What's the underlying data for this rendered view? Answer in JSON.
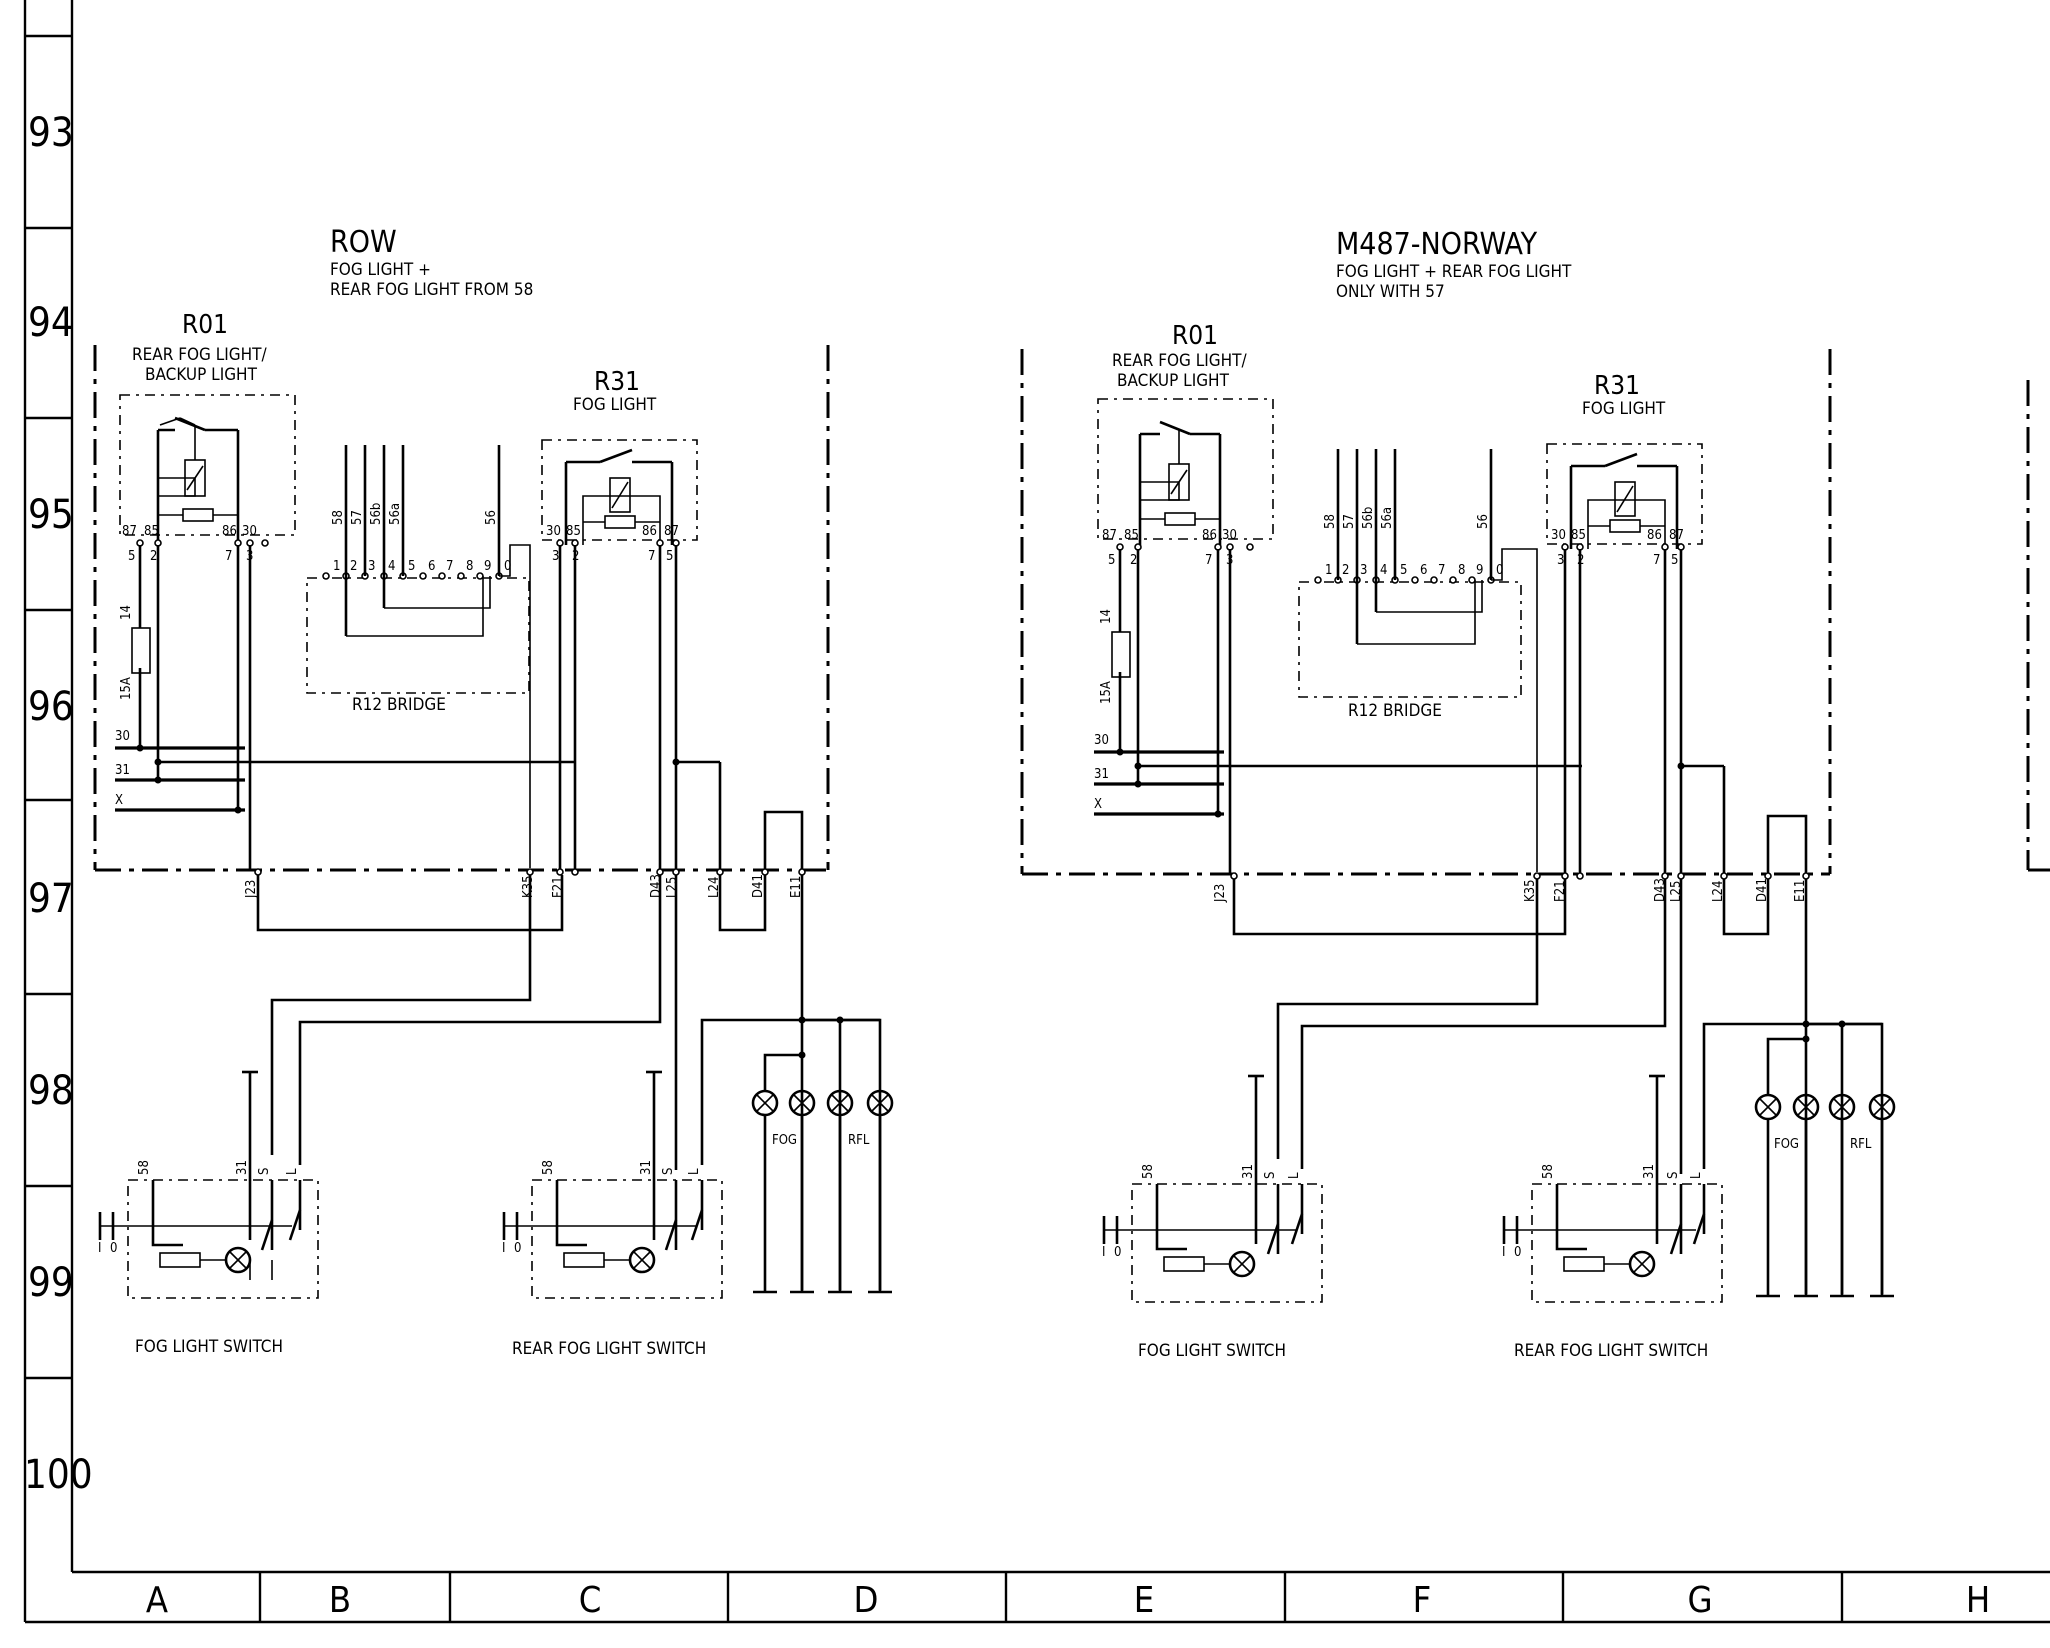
{
  "row_numbers": [
    "93",
    "94",
    "95",
    "96",
    "97",
    "98",
    "99",
    "100"
  ],
  "columns": [
    "A",
    "B",
    "C",
    "D",
    "E",
    "F",
    "G",
    "H"
  ],
  "left": {
    "variant": "ROW",
    "desc1": "FOG LIGHT +",
    "desc2": "REAR FOG LIGHT FROM 58",
    "r01_id": "R01",
    "r01_desc1": "REAR FOG LIGHT/",
    "r01_desc2": "BACKUP LIGHT",
    "r31_id": "R31",
    "r31_desc": "FOG LIGHT",
    "bridge": "R12  BRIDGE",
    "switch1": "FOG LIGHT SWITCH",
    "switch2": "REAR FOG LIGHT SWITCH"
  },
  "right": {
    "variant": "M487-NORWAY",
    "desc1": "FOG LIGHT + REAR FOG LIGHT",
    "desc2": "ONLY WITH 57",
    "r01_id": "R01",
    "r01_desc1": "REAR FOG LIGHT/",
    "r01_desc2": "BACKUP LIGHT",
    "r31_id": "R31",
    "r31_desc": "FOG LIGHT",
    "bridge": "R12  BRIDGE",
    "switch1": "FOG LIGHT SWITCH",
    "switch2": "REAR FOG LIGHT SWITCH"
  },
  "relay_r01_pins": [
    "87",
    "85",
    "86",
    "30"
  ],
  "relay_r01_terms": [
    "5",
    "2",
    "7",
    "3"
  ],
  "relay_r31_pins": [
    "30",
    "85",
    "86",
    "87"
  ],
  "relay_r31_terms": [
    "3",
    "2",
    "7",
    "5"
  ],
  "bridge_terminals": [
    "1",
    "2",
    "3",
    "4",
    "5",
    "6",
    "7",
    "8",
    "9",
    "0"
  ],
  "bridge_wires": [
    "58",
    "57",
    "56b",
    "56a",
    "56"
  ],
  "fuse": {
    "number": "14",
    "rating": "15A"
  },
  "bus_labels": [
    "30",
    "31",
    "X"
  ],
  "connectors": [
    "J23",
    "K35",
    "F21",
    "D43",
    "L25",
    "L24",
    "D41",
    "E11"
  ],
  "lamp_labels": [
    "FOG",
    "RFL"
  ],
  "switch_terms": [
    "58",
    "31",
    "S",
    "L"
  ],
  "switch_pos": [
    "I",
    "0"
  ]
}
